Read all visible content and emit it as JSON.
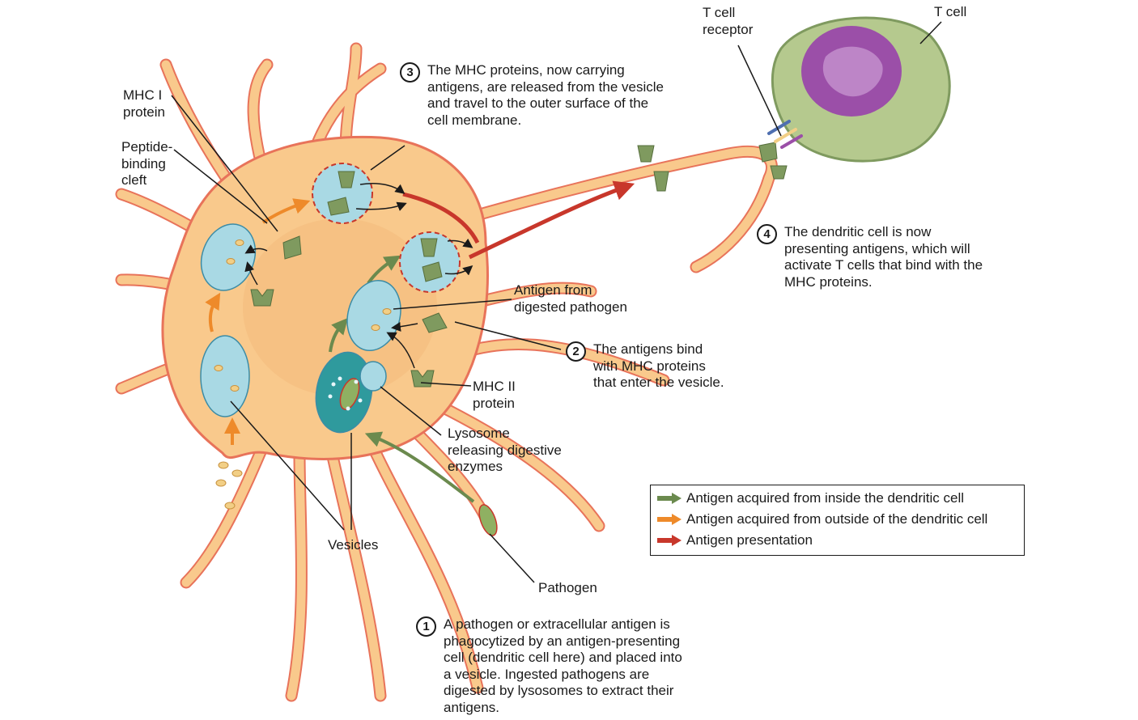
{
  "labels": {
    "mhc1": [
      "MHC I",
      "protein"
    ],
    "peptide_cleft": [
      "Peptide-",
      "binding",
      "cleft"
    ],
    "antigen_digested": [
      "Antigen from",
      "digested pathogen"
    ],
    "mhc2": [
      "MHC II",
      "protein"
    ],
    "lysosome": [
      "Lysosome",
      "releasing digestive",
      "enzymes"
    ],
    "vesicles": "Vesicles",
    "pathogen": "Pathogen",
    "tcell_receptor": [
      "T cell",
      "receptor"
    ],
    "tcell": "T cell"
  },
  "steps": [
    {
      "num": "1",
      "lines": [
        "A pathogen or extracellular antigen is",
        "phagocytized by an antigen-presenting",
        "cell (dendritic cell here) and placed into",
        "a vesicle. Ingested pathogens are",
        "digested by lysosomes to extract their",
        "antigens."
      ]
    },
    {
      "num": "2",
      "lines": [
        "The antigens bind",
        "with MHC proteins",
        "that enter the vesicle."
      ]
    },
    {
      "num": "3",
      "lines": [
        "The MHC proteins, now carrying",
        "antigens, are released from the vesicle",
        "and travel to the outer surface of the",
        "cell membrane."
      ]
    },
    {
      "num": "4",
      "lines": [
        "The dendritic cell is now",
        "presenting antigens, which will",
        "activate T cells that bind with the",
        "MHC proteins."
      ]
    }
  ],
  "legend": [
    {
      "color": "#6b8a4e",
      "text": "Antigen acquired from inside the dendritic cell"
    },
    {
      "color": "#ee8a2a",
      "text": "Antigen acquired from outside of the dendritic cell"
    },
    {
      "color": "#c8372b",
      "text": "Antigen presentation"
    }
  ],
  "colors": {
    "cell_fill": "#f9c98c",
    "cell_outline": "#e8735a",
    "vesicle_fill": "#a9d9e4",
    "tcell_fill": "#b5c98e",
    "tcell_nucleus": "#9b4fa8",
    "mhc": "#7f9a5f",
    "antigen": "#f2cf86"
  }
}
